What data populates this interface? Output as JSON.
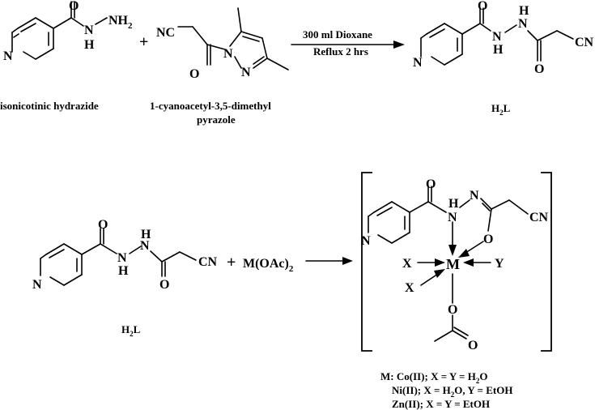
{
  "reaction1": {
    "reagent_a_name": "isonicotinic hydrazide",
    "reagent_b_name_line1": "1-cyanoacetyl-3,5-dimethyl",
    "reagent_b_name_line2": "pyrazole",
    "plus": "+",
    "condition_line1": "300 ml Dioxane",
    "condition_line2": "Reflux 2 hrs",
    "product_name": "H2L"
  },
  "reaction2": {
    "ligand_name": "H2L",
    "plus": "+",
    "metal_salt": "M(OAc)2"
  },
  "atoms": {
    "O": "O",
    "N": "N",
    "H": "H",
    "NH2": "NH2",
    "NC": "NC",
    "CN": "CN",
    "M": "M",
    "X": "X",
    "Y": "Y"
  },
  "legend": {
    "line1": "M: Co(II); X = Y = H2O",
    "line2": "Ni(II); X = H2O, Y = EtOH",
    "line3": "Zn(II); X = Y = EtOH"
  }
}
